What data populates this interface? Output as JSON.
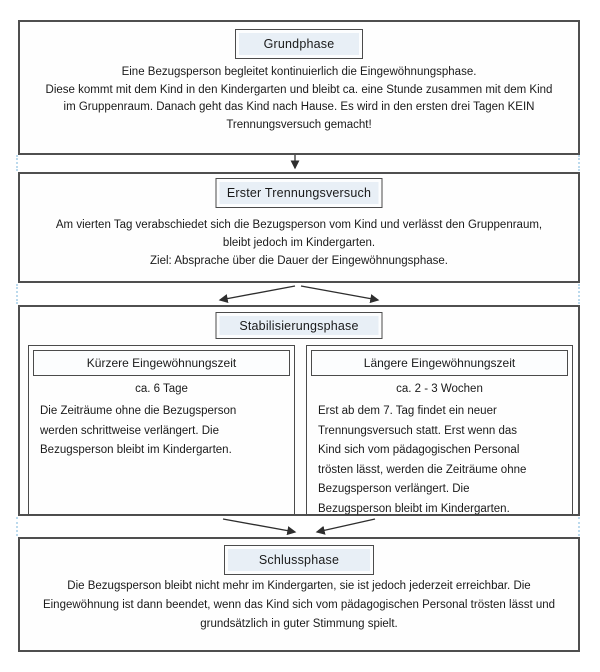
{
  "colors": {
    "border": "#4b4b4b",
    "title_box_fill": "#e8eff6",
    "text": "#1a1a1a",
    "arrow": "#2e2e2e",
    "scan_artifact_dash": "#bcdaed",
    "background": "#ffffff"
  },
  "flowchart": {
    "grundphase": {
      "title": "Grundphase",
      "body": [
        "Eine Bezugsperson begleitet kontinuierlich die Eingewöhnungsphase.",
        "Diese kommt mit dem Kind in den Kindergarten und bleibt ca. eine Stunde zusammen mit dem Kind",
        "im Gruppenraum. Danach geht das Kind nach Hause. Es wird in den ersten drei Tagen KEIN",
        "Trennungsversuch gemacht!"
      ]
    },
    "erster_trennungsversuch": {
      "title": "Erster Trennungsversuch",
      "body": [
        "Am vierten Tag verabschiedet sich die Bezugsperson vom Kind und verlässt den Gruppenraum,",
        "bleibt jedoch im Kindergarten.",
        "Ziel: Absprache über die Dauer der Eingewöhnungsphase."
      ]
    },
    "stabilisierungsphase": {
      "title": "Stabilisierungsphase",
      "kuerzere": {
        "title": "Kürzere Eingewöhnungszeit",
        "duration": "ca. 6 Tage",
        "body": [
          "Die Zeiträume ohne die Bezugsperson",
          "werden schrittweise verlängert. Die",
          "Bezugsperson bleibt im Kindergarten."
        ]
      },
      "laengere": {
        "title": "Längere Eingewöhnungszeit",
        "duration": "ca. 2 - 3 Wochen",
        "body": [
          "Erst ab dem 7. Tag findet ein neuer",
          "Trennungsversuch statt. Erst wenn das",
          "Kind sich vom pädagogischen Personal",
          "trösten lässt, werden die Zeiträume ohne",
          "Bezugsperson verlängert. Die",
          "Bezugsperson bleibt im Kindergarten."
        ]
      }
    },
    "schlussphase": {
      "title": "Schlussphase",
      "body": [
        "Die Bezugsperson bleibt nicht mehr im Kindergarten, sie ist jedoch jederzeit erreichbar. Die",
        "Eingewöhnung ist dann beendet, wenn das Kind sich vom pädagogischen Personal trösten lässt und",
        "grundsätzlich in guter Stimmung spielt."
      ]
    }
  }
}
